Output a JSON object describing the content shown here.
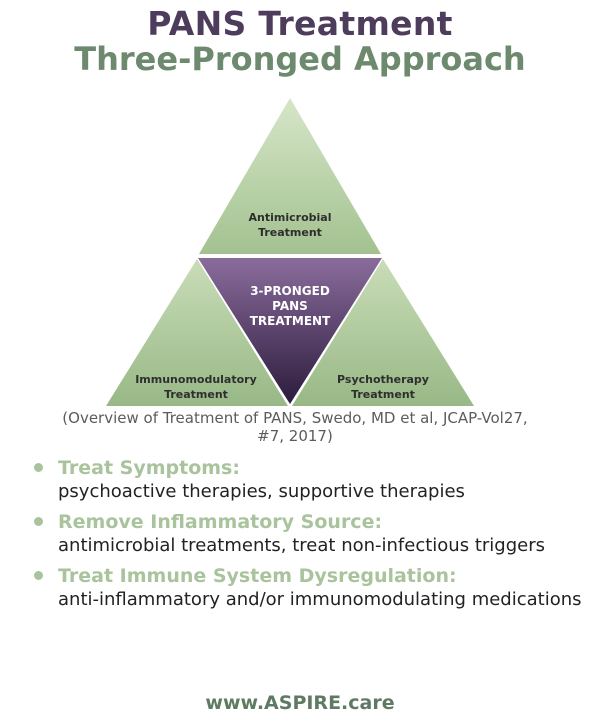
{
  "title": {
    "line1": "PANS Treatment",
    "line2": "Three-Pronged Approach"
  },
  "diagram": {
    "top": [
      "Antimicrobial",
      "Treatment"
    ],
    "center": [
      "3-PRONGED",
      "PANS",
      "TREATMENT"
    ],
    "left": [
      "Immunomodulatory",
      "Treatment"
    ],
    "right": [
      "Psychotherapy",
      "Treatment"
    ],
    "colors": {
      "green_light": "#c4d9b4",
      "green_dark": "#9fbf8d",
      "purple_light": "#7b5c8e",
      "purple_dark": "#2f2040"
    }
  },
  "citation": "(Overview of Treatment of PANS, Swedo, MD et al, JCAP-Vol27, #7, 2017)",
  "bullets": [
    {
      "head": "Treat Symptoms:",
      "body": "psychoactive therapies, supportive therapies"
    },
    {
      "head": "Remove Inflammatory Source:",
      "body": "antimicrobial treatments, treat non-infectious triggers"
    },
    {
      "head": "Treat Immune System Dysregulation:",
      "body": "anti-inflammatory and/or immunomodulating medications"
    }
  ],
  "footer": "www.ASPIRE.care"
}
